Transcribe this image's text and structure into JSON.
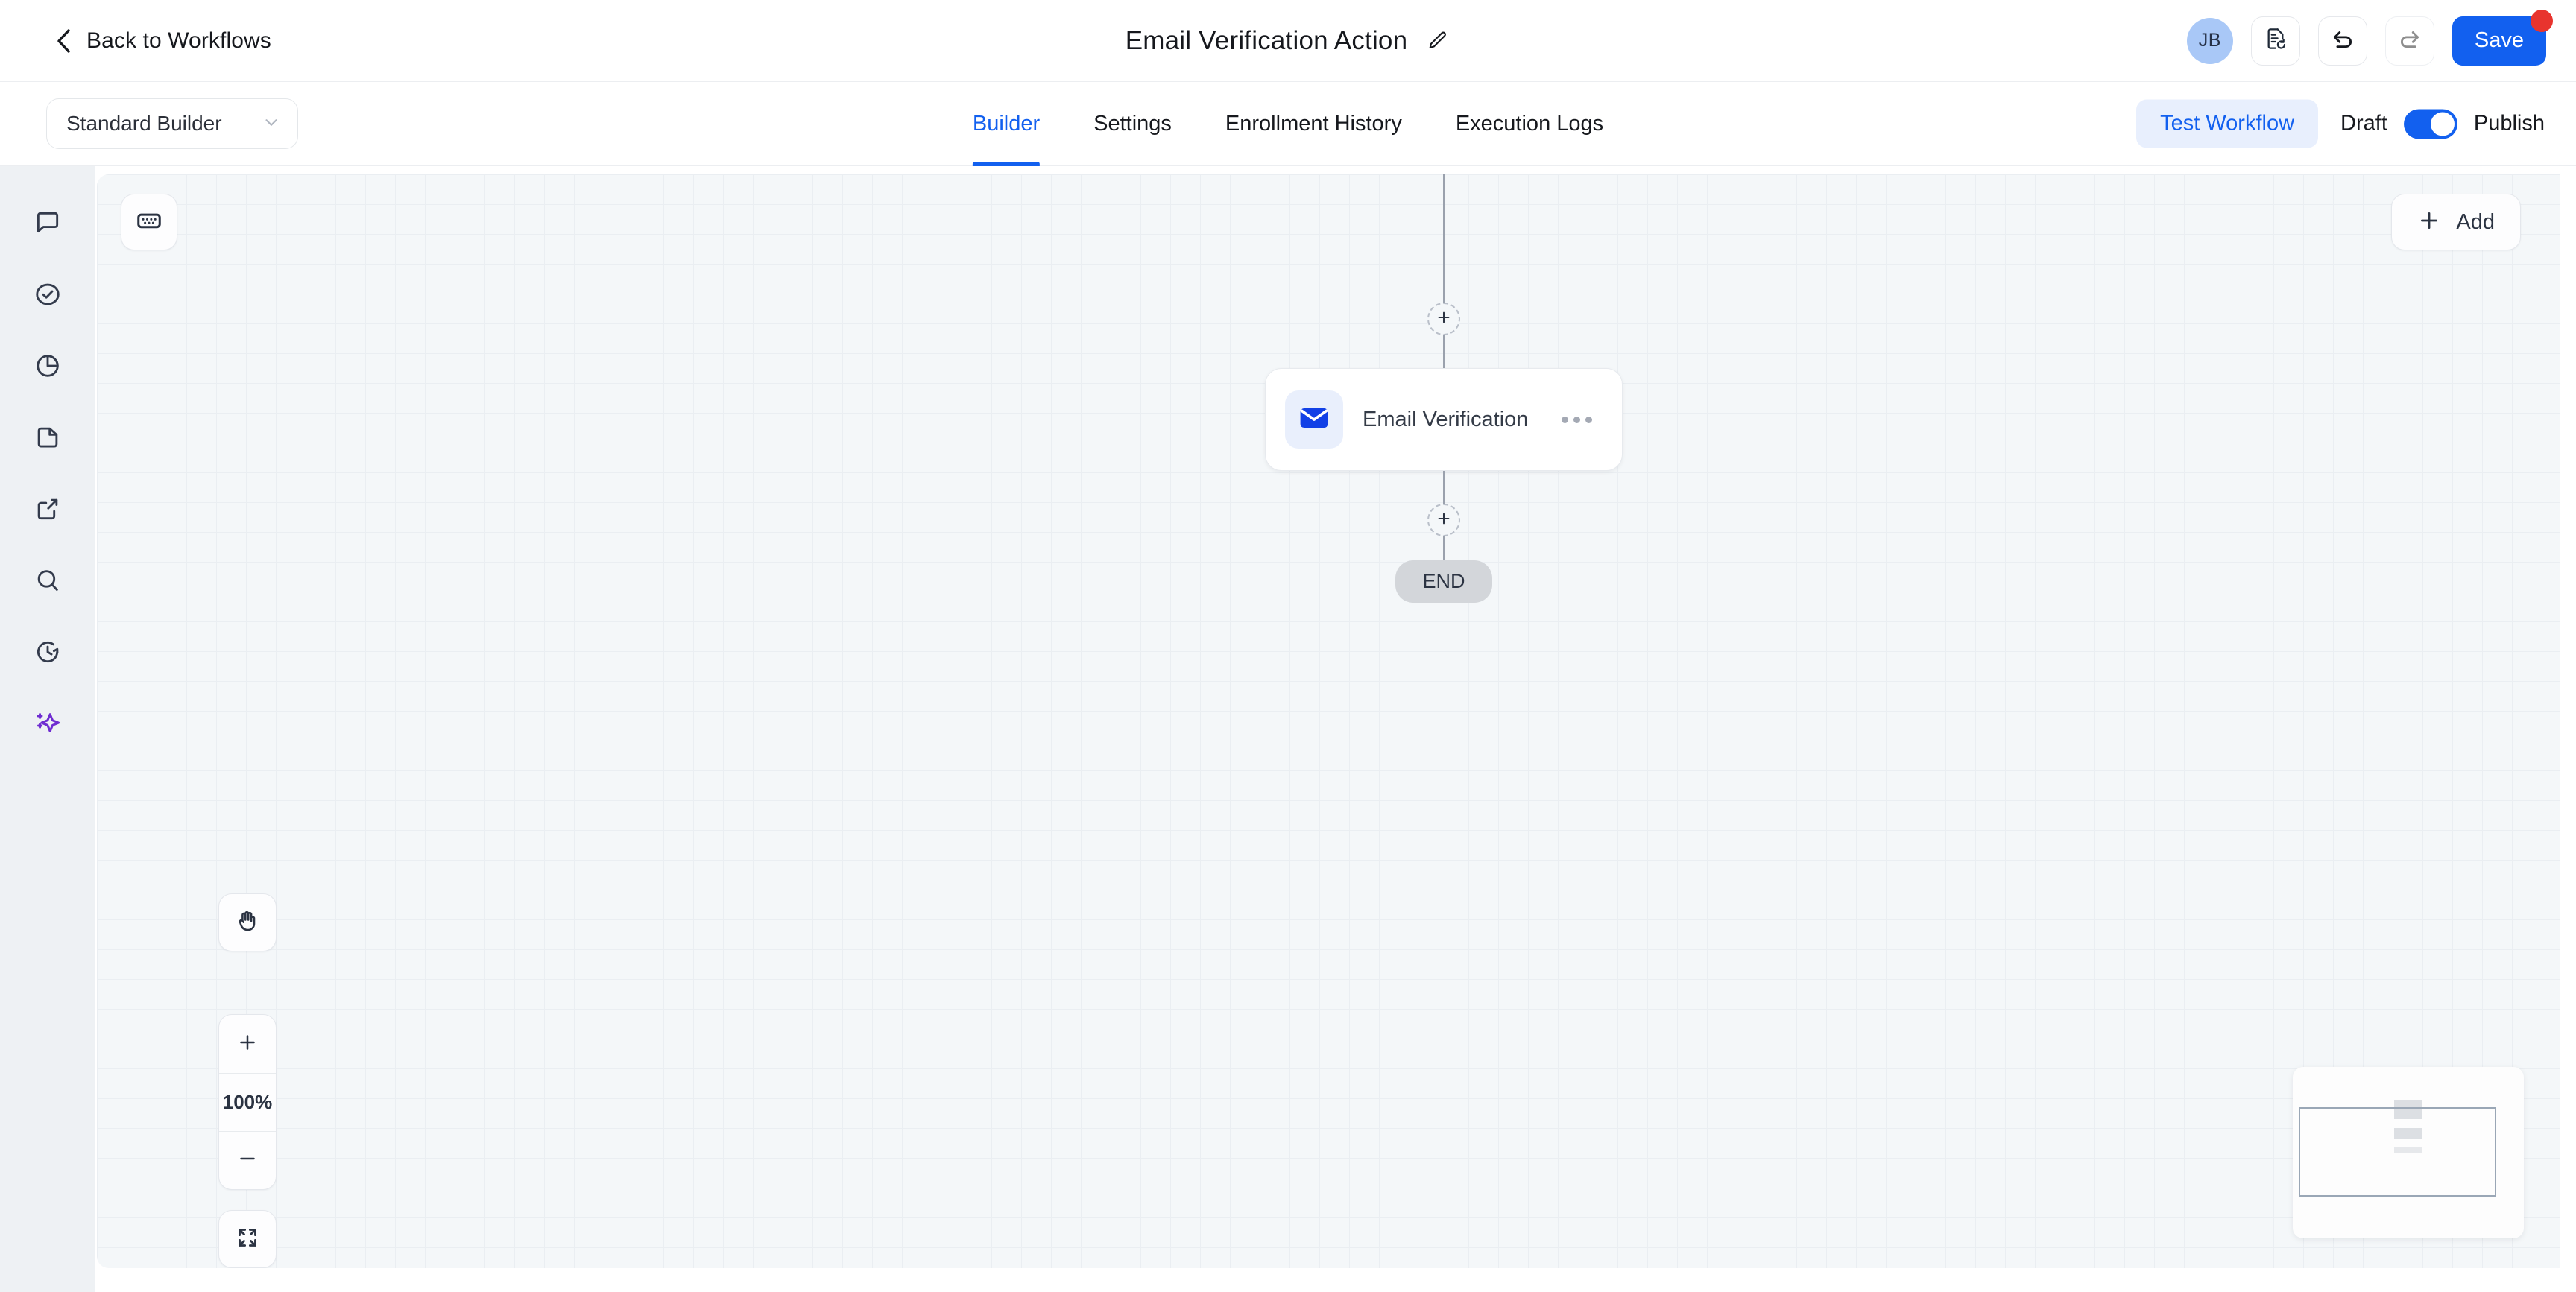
{
  "header": {
    "back_label": "Back to Workflows",
    "back_icon": "chevron-left-icon",
    "title": "Email Verification Action",
    "edit_icon": "pencil-icon",
    "avatar_initials": "JB",
    "avatar_color": "#a9c8f7",
    "version_history_icon": "document-refresh-icon",
    "undo_icon": "undo-icon",
    "redo_icon": "redo-icon",
    "save_label": "Save",
    "save_color": "#1260ef",
    "save_badge_color": "#e8342e"
  },
  "subheader": {
    "builder_select_value": "Standard Builder",
    "builder_select_icon": "chevron-down-icon",
    "tabs": [
      {
        "label": "Builder",
        "active": true
      },
      {
        "label": "Settings",
        "active": false
      },
      {
        "label": "Enrollment History",
        "active": false
      },
      {
        "label": "Execution Logs",
        "active": false
      }
    ],
    "test_workflow_label": "Test Workflow",
    "draft_label": "Draft",
    "publish_label": "Publish",
    "publish_toggle_on": true,
    "accent_color": "#1260ef"
  },
  "sidebar": {
    "items": [
      {
        "icon": "chat-bubble-icon",
        "name": "comments"
      },
      {
        "icon": "check-circle-icon",
        "name": "tasks"
      },
      {
        "icon": "pie-chart-icon",
        "name": "analytics"
      },
      {
        "icon": "file-icon",
        "name": "documents"
      },
      {
        "icon": "external-link-icon",
        "name": "share"
      },
      {
        "icon": "search-icon",
        "name": "search"
      },
      {
        "icon": "clock-history-icon",
        "name": "history"
      },
      {
        "icon": "sparkle-icon",
        "name": "ai-assistant",
        "color": "#6f2dd1"
      }
    ]
  },
  "canvas": {
    "keyboard_shortcuts_icon": "keyboard-icon",
    "add_label": "Add",
    "add_icon": "plus-icon",
    "flow": {
      "add_step_top_icon": "plus-icon",
      "node": {
        "icon": "envelope-icon",
        "icon_color": "#1240e6",
        "label": "Email Verification",
        "menu_icon": "ellipsis-icon"
      },
      "add_step_bottom_icon": "plus-icon",
      "end_label": "END"
    },
    "controls": {
      "pan_icon": "hand-icon",
      "zoom_in_icon": "plus-icon",
      "zoom_level": "100%",
      "zoom_out_icon": "minus-icon",
      "fit_screen_icon": "expand-icon"
    },
    "minimap": {
      "name": "minimap"
    }
  }
}
